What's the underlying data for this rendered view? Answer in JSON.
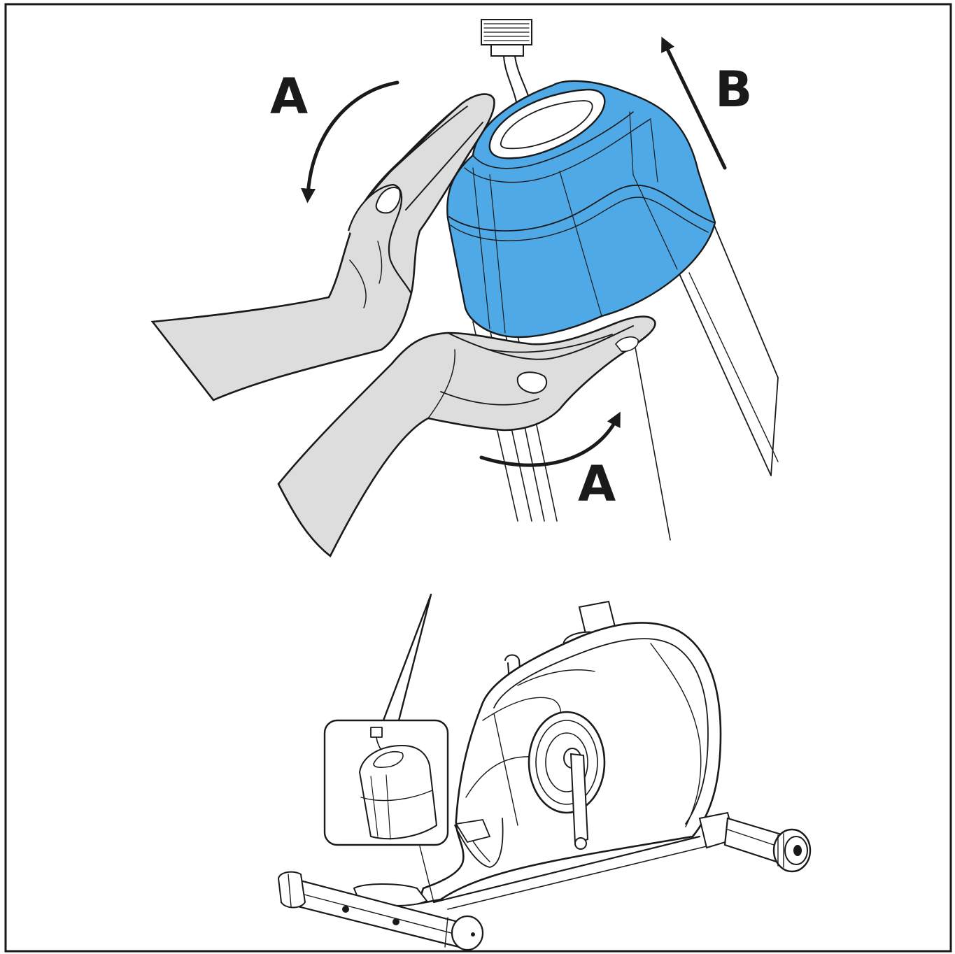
{
  "labels": {
    "rotate_top": "A",
    "rotate_bottom": "A",
    "lift": "B"
  },
  "colors": {
    "cover": "#4ea9e6",
    "skin": "#dddddd",
    "ink": "#1a1a1a",
    "background": "#ffffff"
  },
  "icons": {
    "rotate_arrows": "curved-arrow-icon",
    "lift_arrow": "straight-arrow-icon"
  }
}
